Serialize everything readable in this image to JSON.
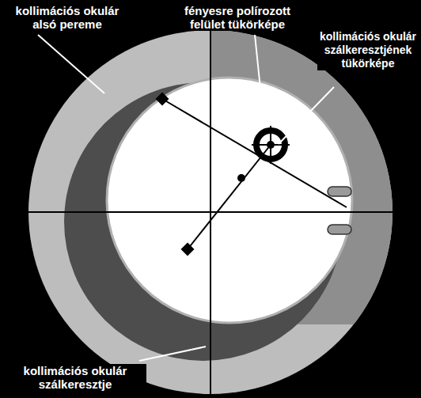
{
  "diagram": {
    "labels": [
      "kollimációs okulár alsó pereme",
      "fényesre polírozott felület tükörképe",
      "kollimációs okulár szálkeresztjének tükörképe",
      "kollimációs okulár szálkeresztje"
    ]
  }
}
